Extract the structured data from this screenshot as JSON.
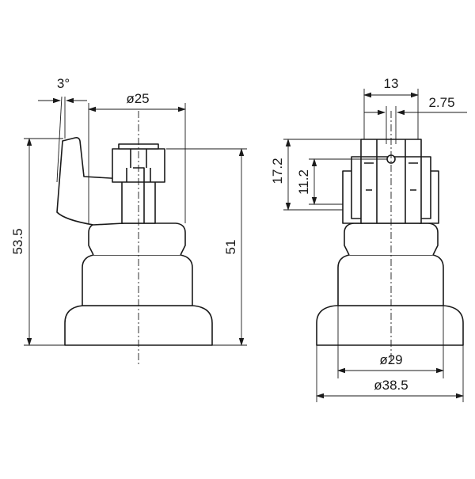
{
  "views": {
    "side": {
      "angle_label": "3°",
      "diameter_top_label": "ø25",
      "height_total_label": "53.5",
      "height_body_label": "51"
    },
    "front": {
      "width_top_label": "13",
      "offset_label": "2.75",
      "height_upper_label": "17.2",
      "height_inner_label": "11.2",
      "diameter_inner_label": "ø29",
      "diameter_outer_label": "ø38.5"
    }
  }
}
